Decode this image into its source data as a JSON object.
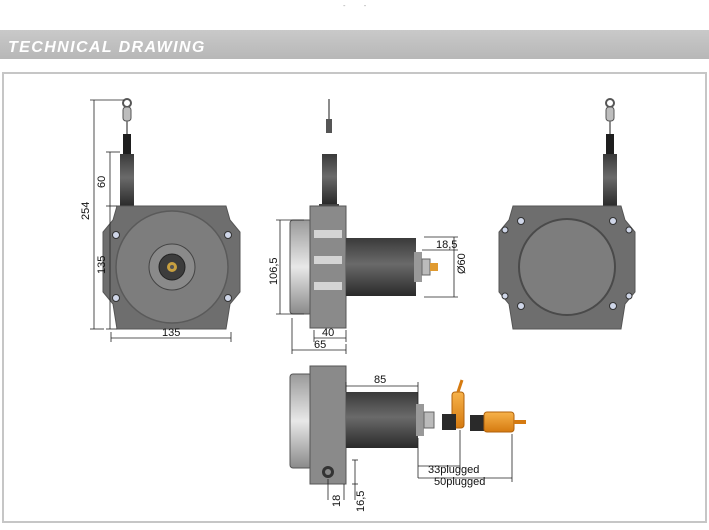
{
  "header": {
    "title": "TECHNICAL DRAWING"
  },
  "top_marks": "- -",
  "dimensions": {
    "front_total_height": "254",
    "front_cable_length": "60",
    "front_body_height": "135",
    "front_body_width": "135",
    "side_body_height": "106,5",
    "side_motor_length": "18,5",
    "side_motor_diameter": "Ø60",
    "side_flange_width": "40",
    "side_total_width": "65",
    "bottom_motor_length": "85",
    "bottom_connector_plugged_33": "33plugged",
    "bottom_connector_plugged_50": "50plugged",
    "bottom_offset_18": "18",
    "bottom_offset_16_5": "16,5"
  }
}
